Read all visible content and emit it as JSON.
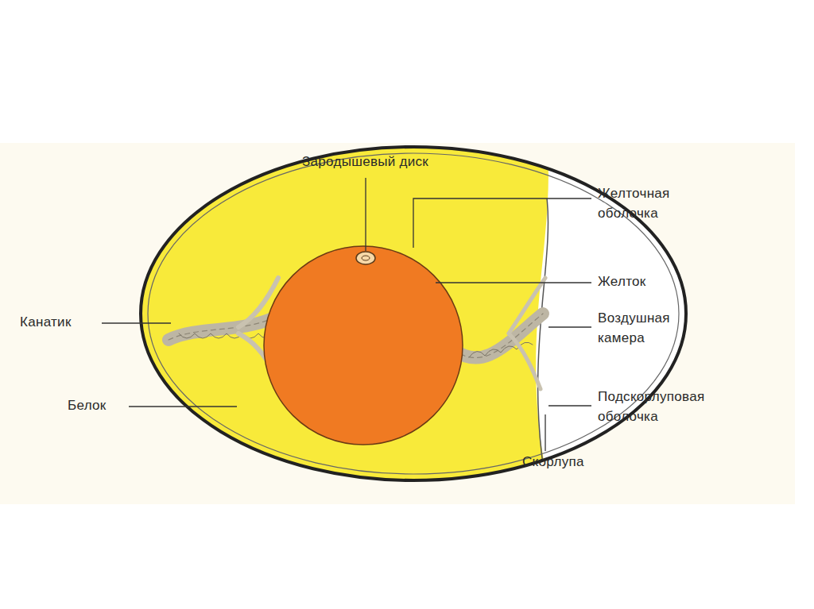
{
  "diagram": {
    "labels": [
      "Зародышевый диск",
      "Желточная оболочка",
      "Желток",
      "Канатик",
      "Воздушная камера",
      "Белок",
      "Подскорлуповая оболочка",
      "Скорлупа"
    ]
  }
}
